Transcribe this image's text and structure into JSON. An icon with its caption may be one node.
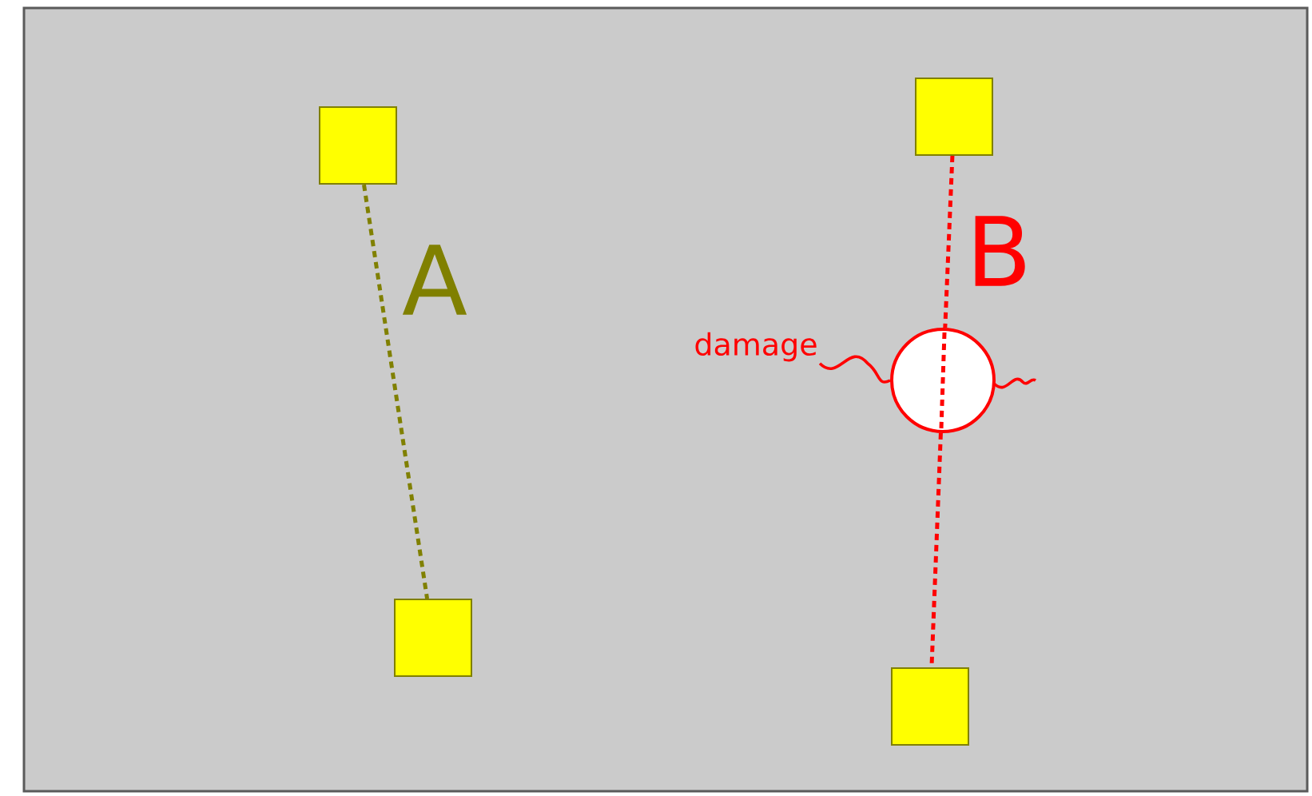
{
  "diagram": {
    "nodes": [
      {
        "text": [],
        "shape": "box"
      },
      {
        "text": [],
        "shape": "box"
      },
      {
        "text": [],
        "shape": "box"
      },
      {
        "text": [],
        "shape": "box"
      },
      {
        "text": [],
        "shape": "circle"
      },
      {
        "text": [
          "damage"
        ]
      }
    ],
    "edges": [
      {
        "from": 0,
        "to": 1,
        "arrow": "none",
        "label": "A",
        "style": "dashed",
        "color": "#808000"
      },
      {
        "from": 2,
        "to": 4,
        "arrow": "none",
        "label": "B",
        "style": "dashed",
        "color": "#ff0000"
      },
      {
        "from": 4,
        "to": 3,
        "arrow": "none",
        "style": "dashed",
        "color": "#ff0000"
      },
      {
        "from": 5,
        "to": 4,
        "arrow": "none",
        "color": "#ff0000"
      }
    ]
  }
}
